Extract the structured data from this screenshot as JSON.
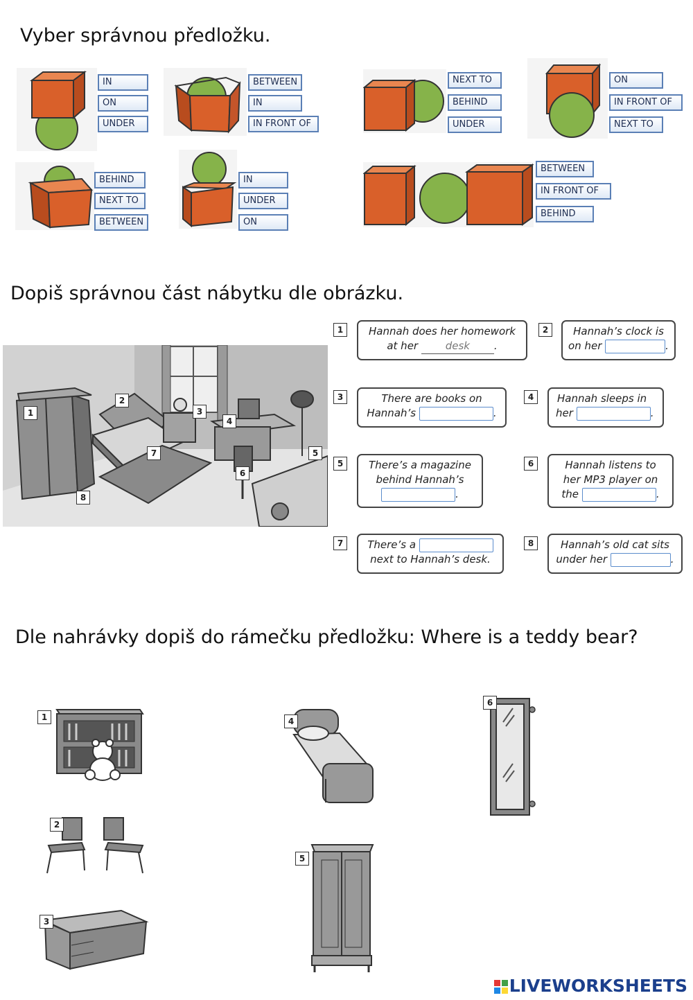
{
  "section1": {
    "title": "Vyber správnou předložku.",
    "groups": [
      {
        "options": [
          "IN",
          "ON",
          "UNDER"
        ]
      },
      {
        "options": [
          "BETWEEN",
          "IN",
          "IN FRONT OF"
        ]
      },
      {
        "options": [
          "NEXT TO",
          "BEHIND",
          "UNDER"
        ]
      },
      {
        "options": [
          "ON",
          "IN FRONT OF",
          "NEXT TO"
        ]
      },
      {
        "options": [
          "BEHIND",
          "NEXT TO",
          "BETWEEN"
        ]
      },
      {
        "options": [
          "IN",
          "UNDER",
          "ON"
        ]
      },
      {
        "options": [
          "BETWEEN",
          "IN FRONT OF",
          "BEHIND"
        ]
      }
    ]
  },
  "section2": {
    "title": "Dopiš správnou část nábytku dle obrázku.",
    "room_labels": [
      "1",
      "2",
      "3",
      "4",
      "5",
      "6",
      "7",
      "8"
    ],
    "sentences": [
      {
        "num": "1",
        "line1": "Hannah does her homework",
        "line2a": "at her",
        "example": "desk",
        "line2b": "."
      },
      {
        "num": "2",
        "line1": "Hannah’s clock is",
        "line2a": "on her",
        "line2b": "."
      },
      {
        "num": "3",
        "line1": "There are books on",
        "line2a": "Hannah’s",
        "line2b": "."
      },
      {
        "num": "4",
        "line1": "Hannah sleeps in",
        "line2a": "her",
        "line2b": "."
      },
      {
        "num": "5",
        "line1": "There’s a magazine",
        "line2": "behind Hannah’s",
        "line3b": "."
      },
      {
        "num": "6",
        "line1": "Hannah listens to",
        "line2": "her MP3 player on",
        "line3a": "the",
        "line3b": "."
      },
      {
        "num": "7",
        "line1a": "There’s a",
        "line2": "next to Hannah’s desk."
      },
      {
        "num": "8",
        "line1": "Hannah’s old cat sits",
        "line2a": "under her",
        "line2b": "."
      }
    ]
  },
  "section3": {
    "title": "Dle nahrávky dopiš do rámečku předložku: Where is a teddy bear?",
    "item_labels": [
      "1",
      "2",
      "3",
      "4",
      "5",
      "6"
    ]
  },
  "footer": {
    "logo_text": "LIVEWORKSHEETS"
  },
  "colors": {
    "cube": "#d9602a",
    "ball": "#86b34a",
    "option_border": "#5a7fb5",
    "blank_border": "#5a8ccc",
    "logo": "#1b3f8c"
  }
}
